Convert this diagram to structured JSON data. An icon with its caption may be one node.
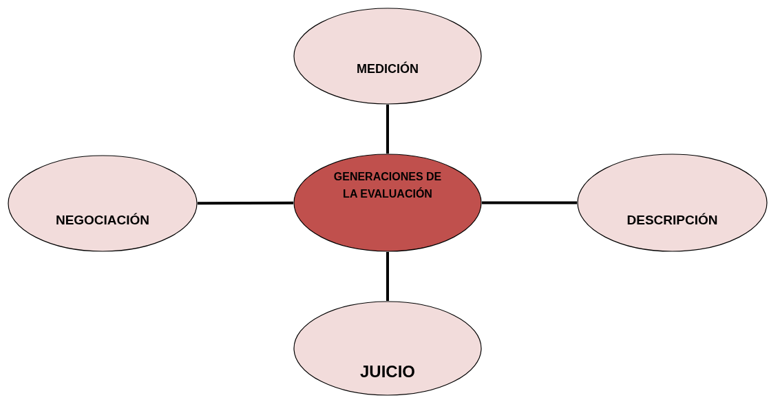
{
  "diagram": {
    "nodes": [
      {
        "text": [
          "MEDICIÓN"
        ]
      },
      {
        "text": [
          "NEGOCIACIÓN"
        ]
      },
      {
        "text": [
          "GENERACIONES DE LA EVALUACIÓN"
        ]
      },
      {
        "text": [
          "DESCRIPCIÓN"
        ]
      },
      {
        "text": [
          "JUICIO"
        ]
      }
    ],
    "edges": [
      {
        "from": 2,
        "to": 0,
        "arrow": "none"
      },
      {
        "from": 2,
        "to": 1,
        "arrow": "none"
      },
      {
        "from": 2,
        "to": 3,
        "arrow": "none"
      },
      {
        "from": 2,
        "to": 4,
        "arrow": "none"
      }
    ]
  }
}
